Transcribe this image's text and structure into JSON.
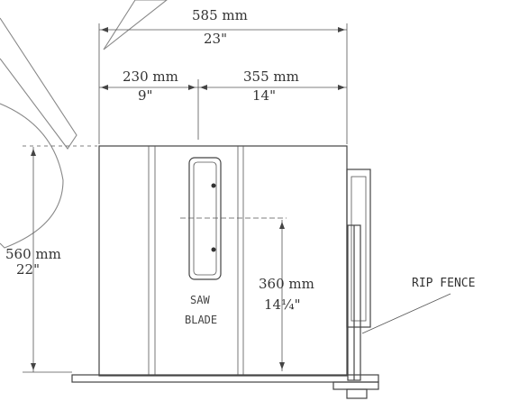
{
  "dimensions": {
    "overall_width": {
      "metric": "585 mm",
      "imperial": "23\""
    },
    "left_section": {
      "metric": "230 mm",
      "imperial": "9\""
    },
    "right_section": {
      "metric": "355 mm",
      "imperial": "14\""
    },
    "height": {
      "metric": "560 mm",
      "imperial": "22\""
    },
    "blade_height": {
      "metric": "360 mm",
      "imperial": "14¼\""
    }
  },
  "labels": {
    "saw_blade_line1": "SAW",
    "saw_blade_line2": "BLADE",
    "rip_fence": "RIP FENCE"
  }
}
